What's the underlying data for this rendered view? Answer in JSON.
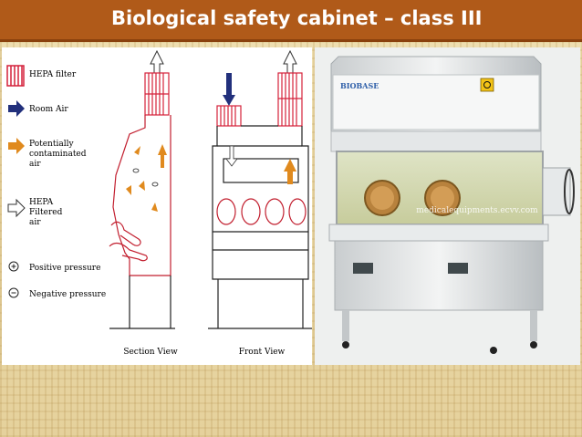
{
  "slide": {
    "title": "Biological safety cabinet – class III"
  },
  "legend": {
    "items": [
      {
        "icon": "hepa-filter-icon",
        "lines": [
          "HEPA filter"
        ]
      },
      {
        "icon": "room-air-arrow-icon",
        "lines": [
          "Room Air"
        ]
      },
      {
        "icon": "contaminated-air-arrow-icon",
        "lines": [
          "Potentially",
          "contaminated",
          "air"
        ]
      },
      {
        "icon": "hepa-filtered-air-arrow-icon",
        "lines": [
          "HEPA",
          "Filtered",
          "air"
        ]
      },
      {
        "icon": "positive-pressure-icon",
        "lines": [
          "Positive pressure"
        ]
      },
      {
        "icon": "negative-pressure-icon",
        "lines": [
          "Negative pressure"
        ]
      }
    ]
  },
  "views": {
    "section_label": "Section View",
    "front_label": "Front View"
  },
  "photo": {
    "brand": "BIOBASE",
    "watermark": "medicalequipments.ecvv.com"
  },
  "colors": {
    "title_bar": "#b05a19",
    "hepa_red": "#d4213a",
    "room_air_blue": "#22307c",
    "contaminated_orange": "#e08a1e"
  }
}
